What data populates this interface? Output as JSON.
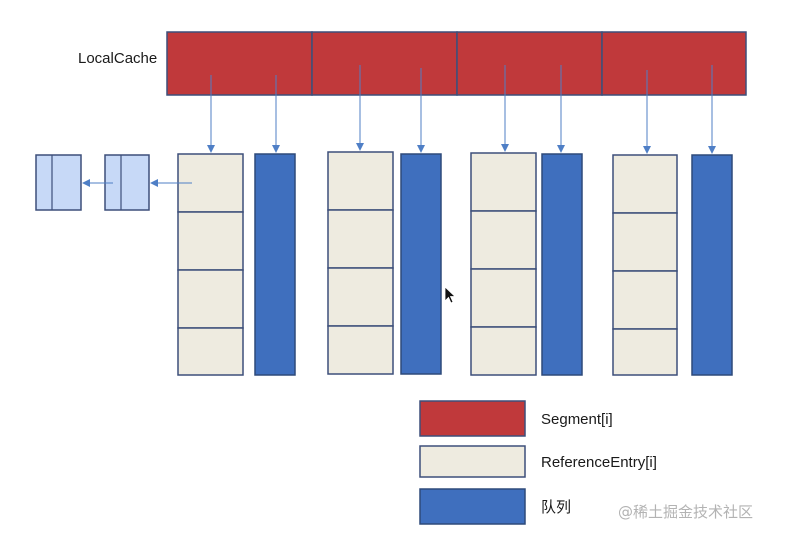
{
  "diagram": {
    "title": "LocalCache",
    "colors": {
      "segment": "#c0393b",
      "segment_border": "#3d4f7a",
      "entry": "#eeebe0",
      "entry_border": "#3d4f7a",
      "queue": "#3f6fbe",
      "queue_border": "#2e4a7a",
      "node": "#c7d9f7",
      "arrow": "#4f7fc6"
    },
    "segments": [
      {
        "entries": 4
      },
      {
        "entries": 4
      },
      {
        "entries": 4
      },
      {
        "entries": 4
      }
    ],
    "legend": [
      {
        "label": "Segment[i]",
        "color": "#c0393b"
      },
      {
        "label": "ReferenceEntry[i]",
        "color": "#eeebe0"
      },
      {
        "label": "队列",
        "color": "#3f6fbe"
      }
    ],
    "watermark": "@稀土掘金技术社区"
  }
}
